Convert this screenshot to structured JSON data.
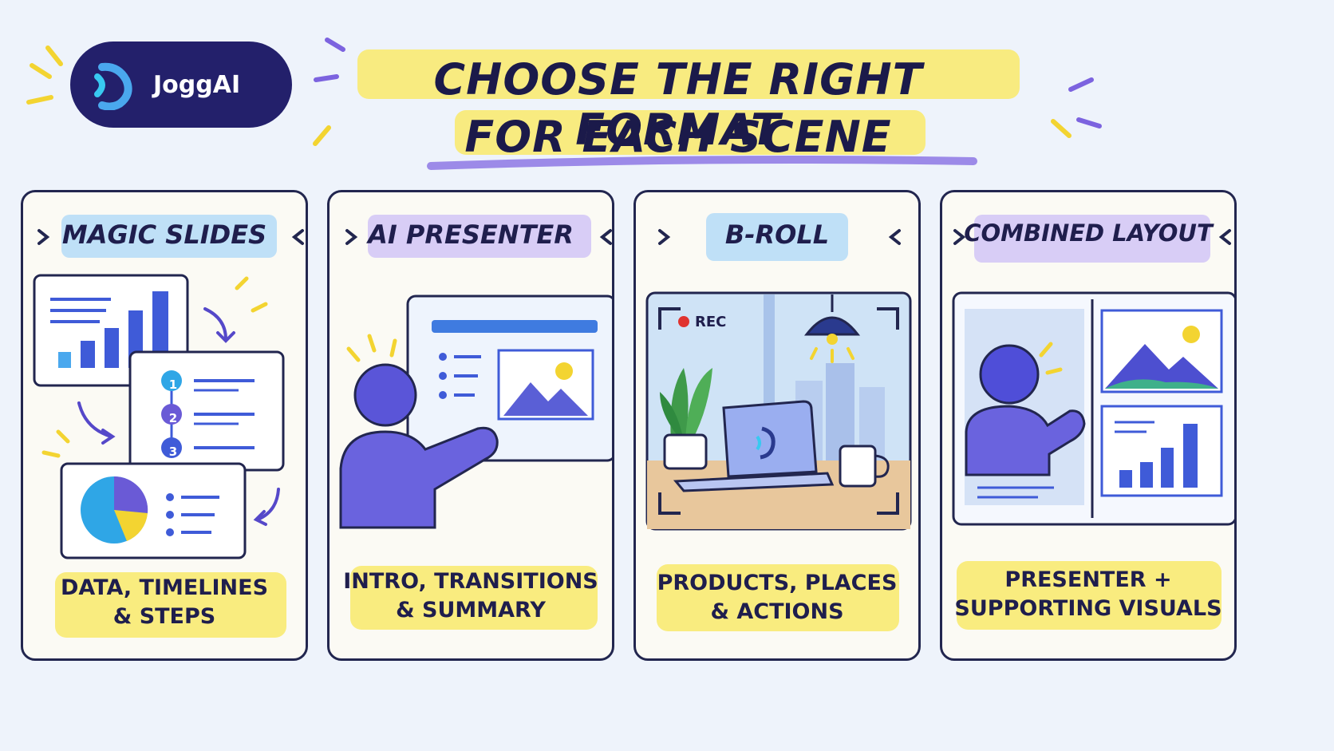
{
  "logo": {
    "name": "JoggAI"
  },
  "title": {
    "line1": "CHOOSE THE RIGHT FORMAT",
    "line2": "FOR EACH SCENE"
  },
  "panels": [
    {
      "title": "MAGIC SLIDES",
      "caption1": "DATA, TIMELINES",
      "caption2": "& STEPS",
      "steps": [
        "1",
        "2",
        "3"
      ]
    },
    {
      "title": "AI PRESENTER",
      "caption1": "INTRO, TRANSITIONS",
      "caption2": "& SUMMARY"
    },
    {
      "title": "B-ROLL",
      "caption1": "PRODUCTS, PLACES",
      "caption2": "& ACTIONS",
      "rec": "REC"
    },
    {
      "title": "COMBINED LAYOUT",
      "caption1": "PRESENTER +",
      "caption2": "SUPPORTING VISUALS"
    }
  ],
  "colors": {
    "navy": "#23206b",
    "blue": "#3f5bd8",
    "purple": "#6a5ad6",
    "yellow": "#f6e35c",
    "highlight_blue": "#bfe0f7",
    "highlight_purple": "#d8cdf6",
    "rec_red": "#e0332f"
  }
}
